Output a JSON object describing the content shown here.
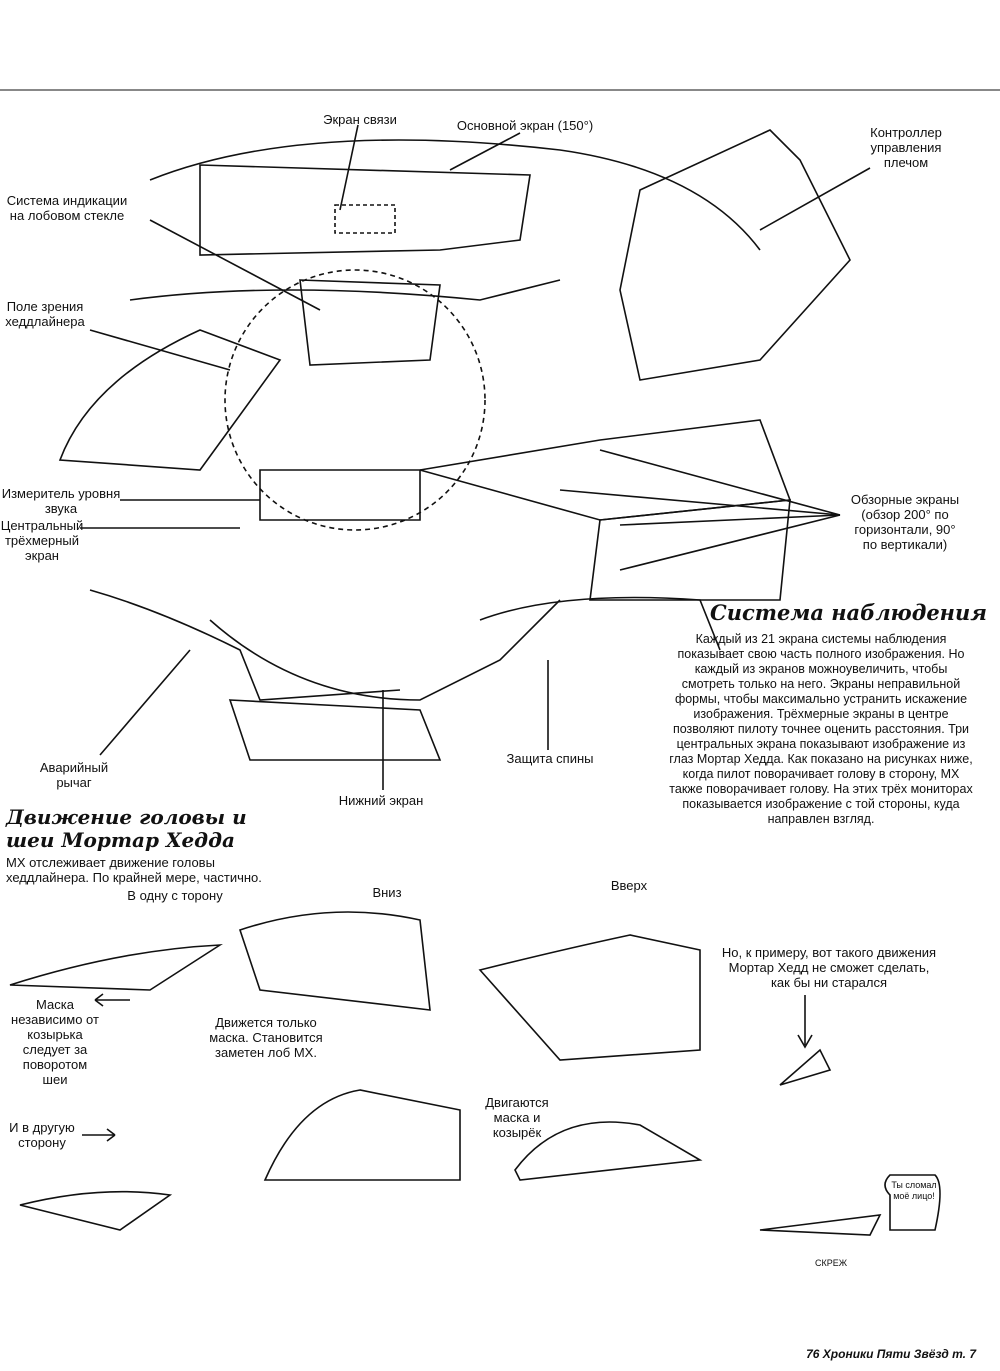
{
  "cockpit_labels": {
    "comm_screen": "Экран связи",
    "main_screen": "Основной экран (150°)",
    "shoulder_controller": "Контроллер управления плечом",
    "hud": "Система индикации на лобовом стекле",
    "field_of_view": "Поле зрения хеддлайнера",
    "sound_meter": "Измеритель уровня звука",
    "central_3d": "Центральный трёхмерный экран",
    "view_screens": "Обзорные экраны (обзор 200° по горизонтали, 90° по вертикали)",
    "emergency_lever": "Аварийный рычаг",
    "lower_screen": "Нижний экран",
    "back_protection": "Защита спины"
  },
  "observation": {
    "title": "Система наблюдения",
    "text": "Каждый из 21 экрана системы наблюдения показывает свою часть полного изображения. Но каждый из экранов можноувеличить, чтобы смотреть только на него. Экраны неправильной формы, чтобы максимально устранить искажение изображения. Трёхмерные экраны в центре позволяют пилоту точнее оценить расстояния. Три центральных экрана показывают изображение из глаз Мортар Хедда. Как показано на рисунках ниже, когда пилот поворачивает голову в сторону, МХ также поворачивает голову. На этих трёх мониторах показывается изображение с той стороны, куда направлен взгляд."
  },
  "head_section": {
    "title_line1": "Движение головы и",
    "title_line2": "шеи Мортар Хедда",
    "intro": "МХ отслеживает движение головы хеддлайнера. По крайней мере, частично.",
    "one_side": "В одну с торону",
    "mask_follows": "Маска независимо от козырька следует за поворотом шеи",
    "other_side": "И в другую сторону",
    "down": "Вниз",
    "mask_only": "Движется только маска. Становится заметен лоб МХ.",
    "up": "Вверх",
    "mask_visor": "Двигаются маска и козырёк",
    "cannot_move": "Но, к примеру, вот такого движения Мортар Хедд не сможет сделать, как бы ни старался",
    "broke_face": "Ты сломал моё лицо!",
    "sfx": "СКРЕЖ"
  },
  "footer": "76 Хроники Пяти Звёзд т. 7"
}
